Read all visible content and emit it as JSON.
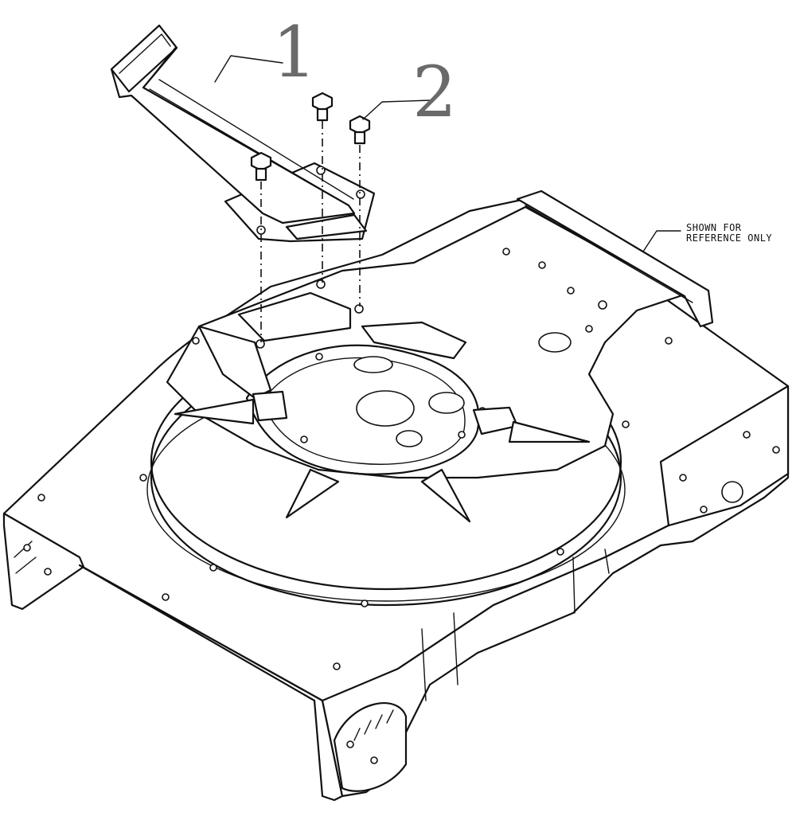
{
  "callouts": [
    {
      "id": "1",
      "label": "1"
    },
    {
      "id": "2",
      "label": "2"
    }
  ],
  "note": {
    "line1": "SHOWN FOR",
    "line2": "REFERENCE ONLY"
  }
}
